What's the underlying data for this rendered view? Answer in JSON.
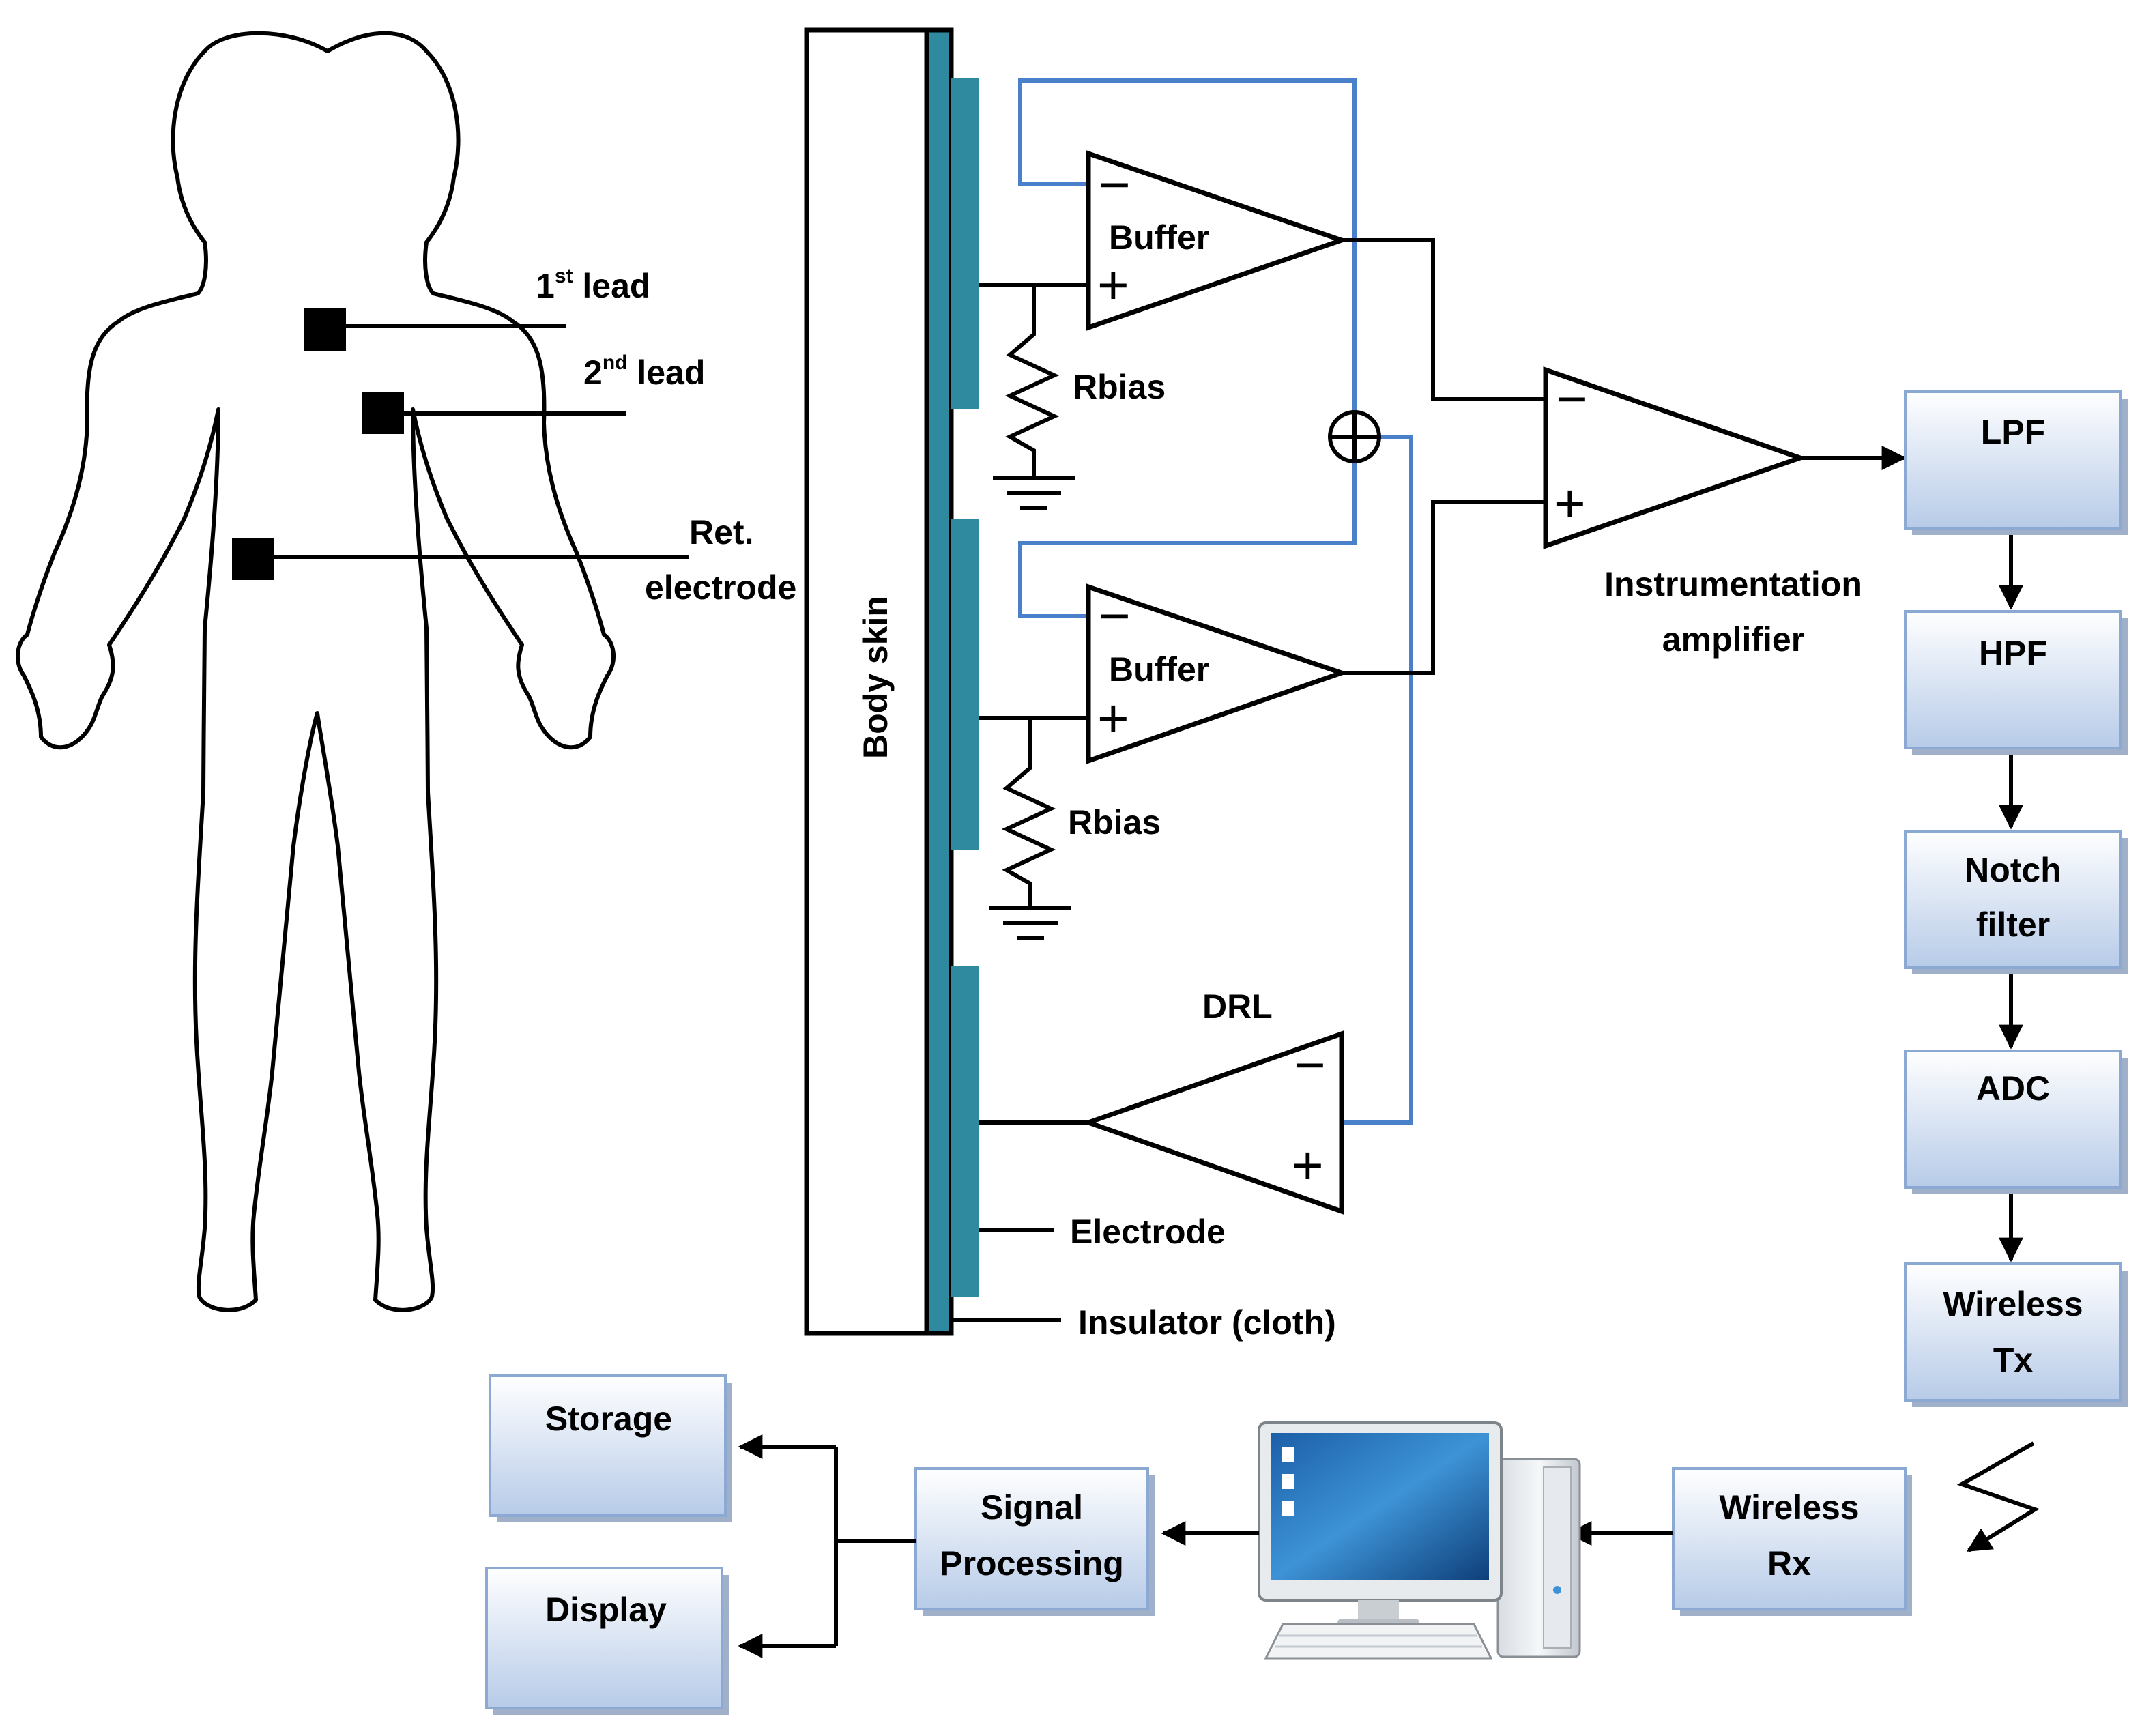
{
  "colors": {
    "line": "#000000",
    "feedback": "#4a7fc9",
    "electrode": "#2f8aa0",
    "block_top": "#ffffff",
    "block_bottom": "#b7cbe8",
    "block_border": "#8ca9d3",
    "block_shadow": "#9fb0c8"
  },
  "body": {
    "lead1": {
      "label": "1",
      "sup": "st",
      "suffix": " lead"
    },
    "lead2": {
      "label": "2",
      "sup": "nd",
      "suffix": " lead"
    },
    "ret_line1": "Ret.",
    "ret_line2": "electrode"
  },
  "circuit": {
    "body_skin": "Body skin",
    "buffer_top": "Buffer",
    "buffer_bottom": "Buffer",
    "rbias_top": "Rbias",
    "rbias_bottom": "Rbias",
    "drl": "DRL",
    "electrode": "Electrode",
    "insulator": "Insulator (cloth)",
    "inamp_line1": "Instrumentation",
    "inamp_line2": "amplifier",
    "minus": "−",
    "plus": "+"
  },
  "chain": {
    "lpf": "LPF",
    "hpf": "HPF",
    "notch_line1": "Notch",
    "notch_line2": "filter",
    "adc": "ADC",
    "tx_line1": "Wireless",
    "tx_line2": "Tx"
  },
  "receiver": {
    "rx_line1": "Wireless",
    "rx_line2": "Rx",
    "sp_line1": "Signal",
    "sp_line2": "Processing",
    "storage": "Storage",
    "display": "Display"
  },
  "icons": {
    "computer": "desktop-computer-icon",
    "wireless": "wireless-link-icon",
    "ground": "ground-icon",
    "summing": "summing-junction-icon"
  }
}
